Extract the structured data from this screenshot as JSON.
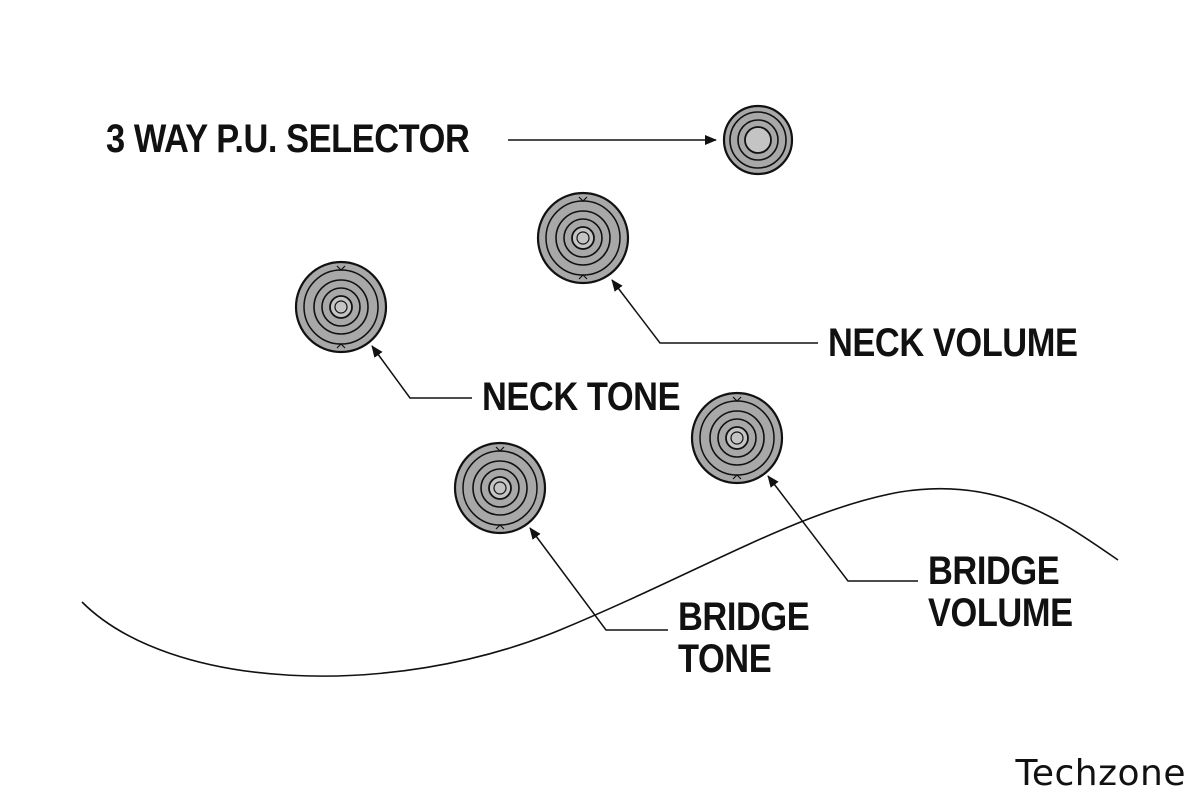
{
  "labels": {
    "selector": "3 WAY P.U. SELECTOR",
    "neck_volume": "NECK VOLUME",
    "neck_tone": "NECK TONE",
    "bridge_volume": [
      "BRIDGE",
      "VOLUME"
    ],
    "bridge_tone": [
      "BRIDGE",
      "TONE"
    ]
  },
  "brand": "Techzone",
  "colors": {
    "ink": "#111111",
    "knob_fill": "#a8a8a8",
    "knob_center": "#c4c4c4",
    "background": "#ffffff"
  }
}
